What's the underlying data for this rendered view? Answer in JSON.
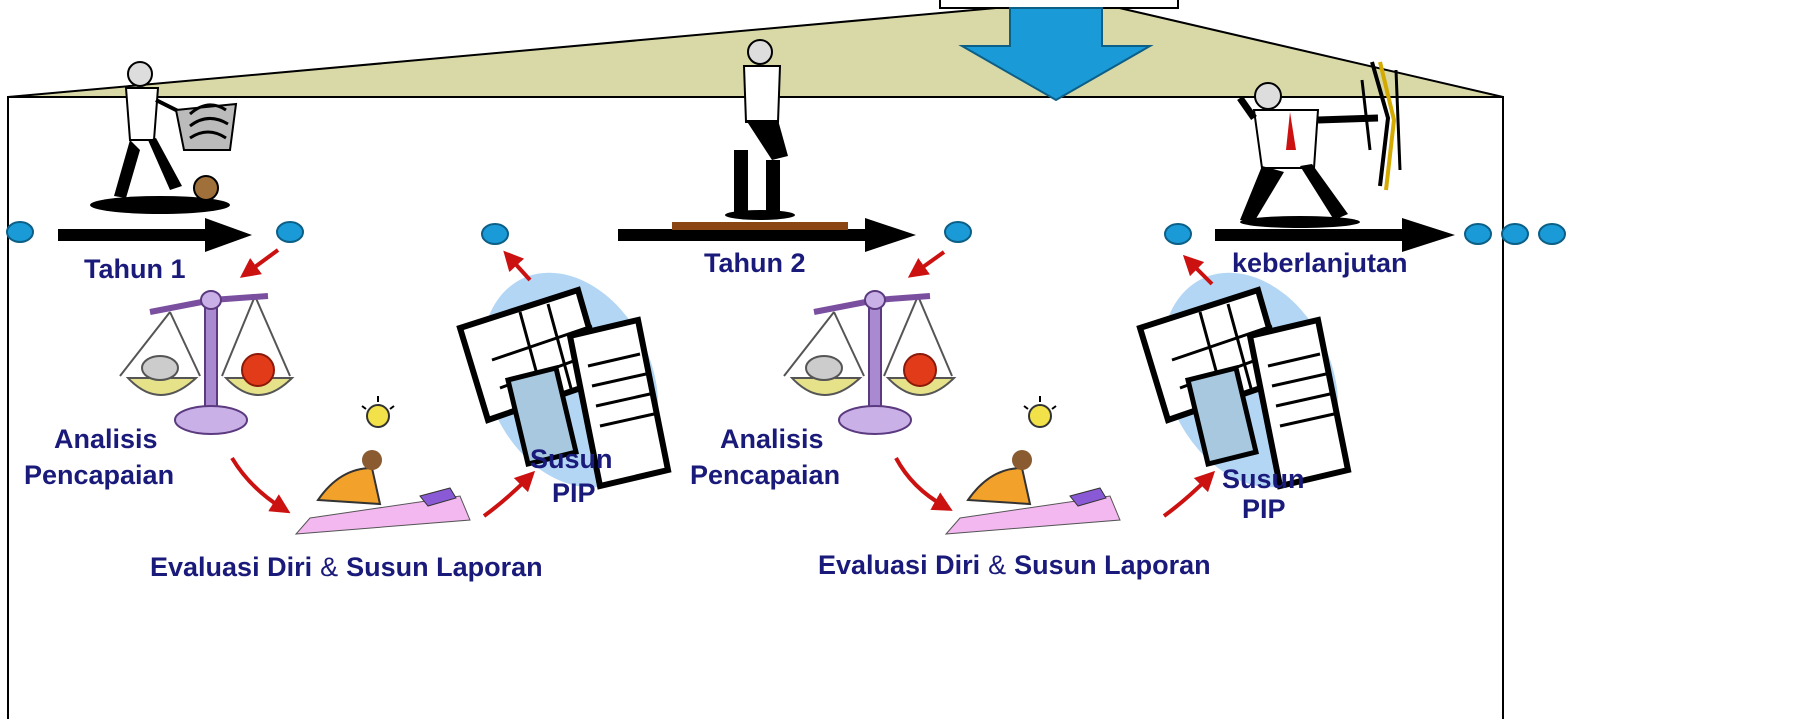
{
  "labels": {
    "tahun1": "Tahun 1",
    "tahun2": "Tahun 2",
    "keberlanjutan": "keberlanjutan",
    "analisis_line1": "Analisis",
    "analisis_line2": "Pencapaian",
    "susun_line1": "Susun",
    "susun_line2": "PIP",
    "evaluasi_part1": "Evaluasi Diri",
    "evaluasi_amp": "&",
    "evaluasi_part2": "Susun Laporan"
  },
  "colors": {
    "roof_fill": "#d9d9a8",
    "down_arrow": "#1a9ad6",
    "node_dot": "#1a9ad6",
    "flow_arrow": "#cc1111",
    "text": "#1a1a7a",
    "timeline_arrow": "#000000",
    "platform": "#8b4513"
  },
  "icons": [
    "worker-pushing-wheelbarrow-icon",
    "standing-man-icon",
    "man-breaking-through-wall-icon",
    "balance-scale-icon",
    "thinking-person-with-lightbulb-icon",
    "spreadsheet-calculator-document-icon"
  ]
}
